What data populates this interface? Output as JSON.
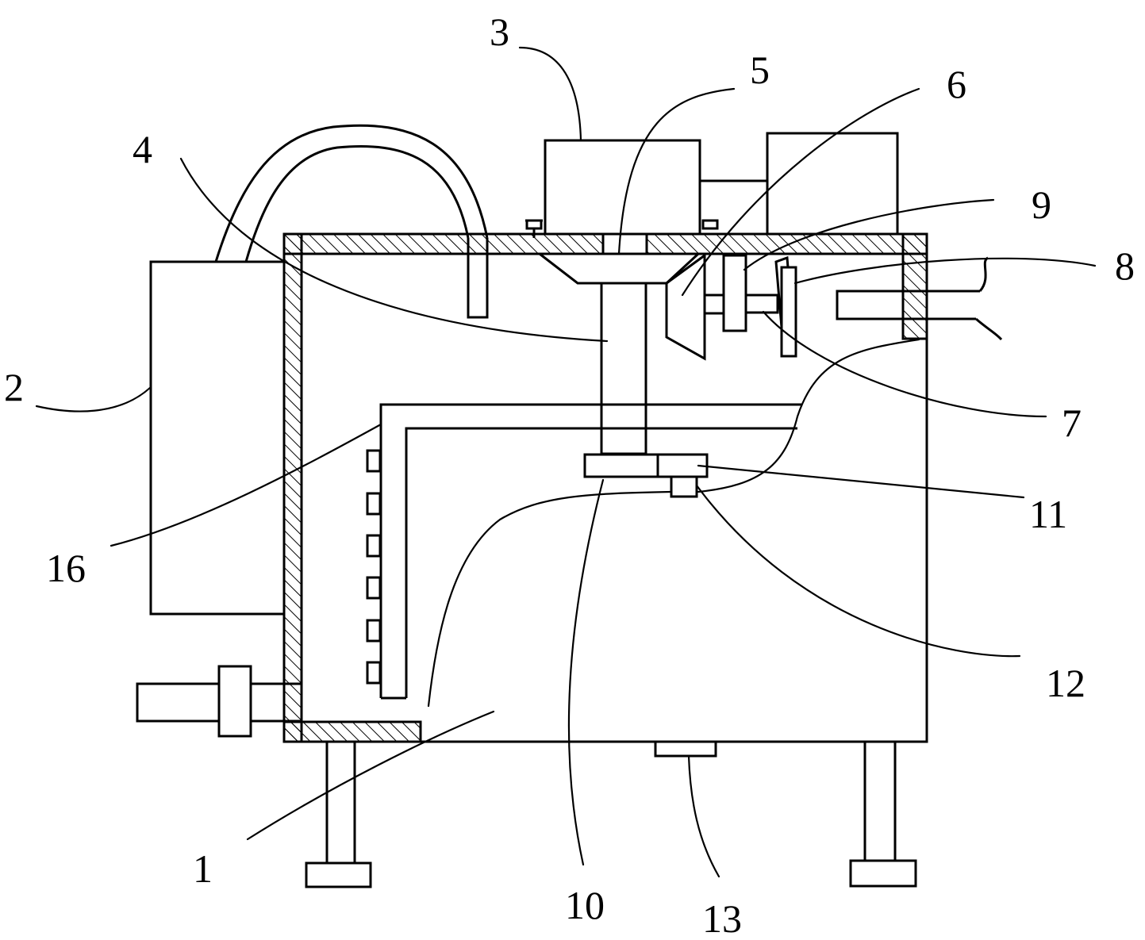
{
  "colors": {
    "line": "#000000",
    "background": "#ffffff"
  },
  "labels": {
    "l1": "1",
    "l2": "2",
    "l3": "3",
    "l4": "4",
    "l5": "5",
    "l6": "6",
    "l7": "7",
    "l8": "8",
    "l9": "9",
    "l10": "10",
    "l11": "11",
    "l12": "12",
    "l13": "13",
    "l16": "16"
  }
}
